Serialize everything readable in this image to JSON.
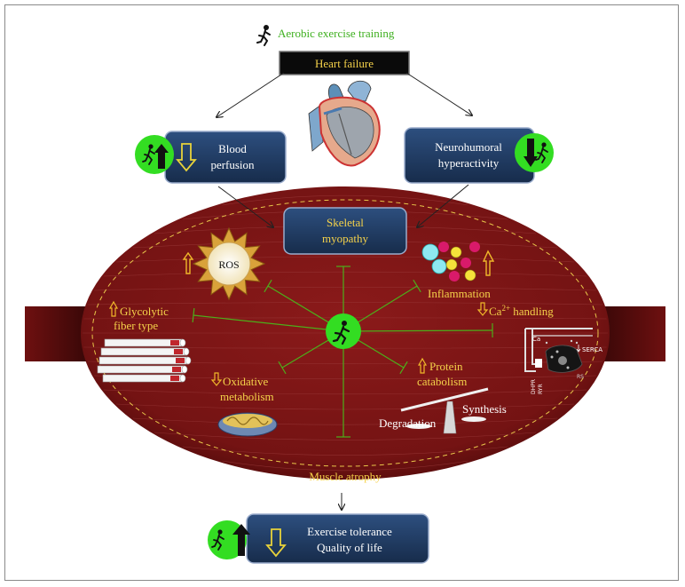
{
  "header": {
    "subtitle": "Aerobic exercise training",
    "title": "Heart failure"
  },
  "boxes": {
    "blood_perfusion": "Blood perfusion",
    "blood_perfusion_l1": "Blood",
    "blood_perfusion_l2": "perfusion",
    "neuro_l1": "Neurohumoral",
    "neuro_l2": "hyperactivity",
    "skeletal_l1": "Skeletal",
    "skeletal_l2": "myopathy",
    "outcome_l1": "Exercise tolerance",
    "outcome_l2": "Quality of life"
  },
  "labels": {
    "ros": "ROS",
    "inflammation": "Inflammation",
    "glycolytic_l1": "Glycolytic",
    "glycolytic_l2": "fiber type",
    "ca_prefix": "Ca",
    "ca_sup": "2+",
    "ca_suffix": " handling",
    "protein_l1": "Protein",
    "protein_l2": "catabolism",
    "oxidative_l1": "Oxidative",
    "oxidative_l2": "metabolism",
    "degradation": "Degradation",
    "synthesis": "Synthesis",
    "muscle_atrophy": "Muscle atrophy",
    "serca": "SERCA",
    "ca_small": "Ca",
    "dhpr": "DHPR",
    "ryr": "RYR",
    "rs": "RS"
  },
  "colors": {
    "muscle": "#7a1414",
    "muscle_dark": "#5a0c0c",
    "box_fill": "#1f3b63",
    "inhibit_line": "#4caf1a",
    "up_arrow": "#f0b82a",
    "label_yellow": "#f5d24a",
    "subtitle_green": "#3fb020",
    "runner_green": "#33dd22"
  },
  "icons": {
    "runner": "running-person-icon",
    "up_arrow": "up-arrow-icon",
    "down_arrow": "down-arrow-icon",
    "heart": "heart-anatomy-icon",
    "mitochondrion": "mitochondrion-icon",
    "balance": "balance-scale-icon",
    "ros": "ros-starburst-icon",
    "inflammation": "inflammatory-cells-icon",
    "fibers": "muscle-fibers-icon",
    "sr": "sarcoplasmic-reticulum-icon"
  }
}
